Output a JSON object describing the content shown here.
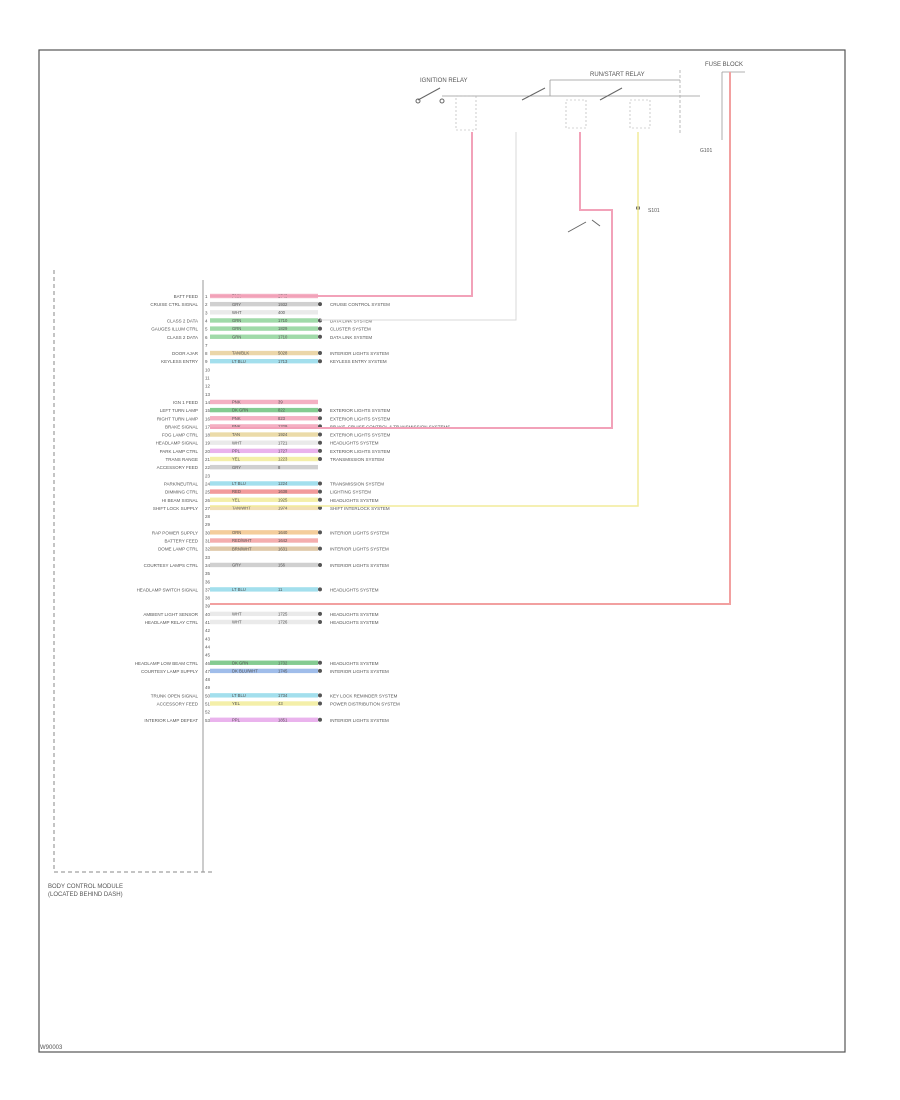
{
  "module": {
    "name_line1": "BODY CONTROL MODULE",
    "name_line2": "(LOCATED BEHIND DASH)"
  },
  "footer_code": "W90003",
  "relays": [
    {
      "label": "IGNITION RELAY"
    },
    {
      "label": "RUN/START RELAY"
    }
  ],
  "fuse_block": {
    "label": "FUSE BLOCK"
  },
  "splice_label": "S101",
  "ground_label": "G101",
  "pins": [
    {
      "circuit": "BATT FEED",
      "color": "PNK",
      "num": "1740",
      "dest": ""
    },
    {
      "circuit": "CRUISE CTRL SIGNAL",
      "color": "GRY",
      "num": "1932",
      "dest": "CRUISE CONTROL SYSTEM"
    },
    {
      "circuit": "",
      "color": "WHT",
      "num": "400",
      "dest": ""
    },
    {
      "circuit": "CLASS 2 DATA",
      "color": "GRN",
      "num": "1710",
      "dest": "DATA LINK SYSTEM"
    },
    {
      "circuit": "GAUGES ILLUM CTRL",
      "color": "GRN",
      "num": "1829",
      "dest": "CLUSTER SYSTEM"
    },
    {
      "circuit": "CLASS 2 DATA",
      "color": "GRN",
      "num": "1710",
      "dest": "DATA LINK SYSTEM"
    },
    {
      "circuit": "",
      "color": "",
      "num": "",
      "dest": ""
    },
    {
      "circuit": "DOOR AJAR",
      "color": "TAN/BLK",
      "num": "5028",
      "dest": "INTERIOR LIGHTS SYSTEM"
    },
    {
      "circuit": "KEYLESS ENTRY",
      "color": "LT BLU",
      "num": "1713",
      "dest": "KEYLESS ENTRY SYSTEM"
    },
    {
      "circuit": "",
      "color": "",
      "num": "",
      "dest": ""
    },
    {
      "circuit": "",
      "color": "",
      "num": "",
      "dest": ""
    },
    {
      "circuit": "",
      "color": "",
      "num": "",
      "dest": ""
    },
    {
      "circuit": "",
      "color": "",
      "num": "",
      "dest": ""
    },
    {
      "circuit": "IGN 1 FEED",
      "color": "PNK",
      "num": "39",
      "dest": ""
    },
    {
      "circuit": "LEFT TURN LAMP",
      "color": "DK GRN",
      "num": "822",
      "dest": "EXTERIOR LIGHTS SYSTEM"
    },
    {
      "circuit": "RIGHT TURN LAMP",
      "color": "PNK",
      "num": "823",
      "dest": "EXTERIOR LIGHTS SYSTEM"
    },
    {
      "circuit": "BRAKE SIGNAL",
      "color": "PNK",
      "num": "1329",
      "dest": "BRAKE, CRUISE CONTROL & TRANSMISSION SYSTEMS"
    },
    {
      "circuit": "FOG LAMP CTRL",
      "color": "TAN",
      "num": "1924",
      "dest": "EXTERIOR LIGHTS SYSTEM"
    },
    {
      "circuit": "HEADLAMP SIGNAL",
      "color": "WHT",
      "num": "1721",
      "dest": "HEADLIGHTS SYSTEM"
    },
    {
      "circuit": "PARK LAMP CTRL",
      "color": "PPL",
      "num": "1727",
      "dest": "EXTERIOR LIGHTS SYSTEM"
    },
    {
      "circuit": "TRANS RANGE",
      "color": "YEL",
      "num": "1223",
      "dest": "TRANSMISSION SYSTEM"
    },
    {
      "circuit": "ACCESSORY FEED",
      "color": "GRY",
      "num": "8",
      "dest": ""
    },
    {
      "circuit": "",
      "color": "",
      "num": "",
      "dest": ""
    },
    {
      "circuit": "PARK/NEUTRAL",
      "color": "LT BLU",
      "num": "1224",
      "dest": "TRANSMISSION SYSTEM"
    },
    {
      "circuit": "DIMMING CTRL",
      "color": "RED",
      "num": "1638",
      "dest": "LIGHTING SYSTEM"
    },
    {
      "circuit": "HI BEAM SIGNAL",
      "color": "YEL",
      "num": "1925",
      "dest": "HEADLIGHTS SYSTEM"
    },
    {
      "circuit": "SHIFT LOCK SUPPLY",
      "color": "TAN/WHT",
      "num": "1974",
      "dest": "SHIFT INTERLOCK SYSTEM"
    },
    {
      "circuit": "",
      "color": "",
      "num": "",
      "dest": ""
    },
    {
      "circuit": "",
      "color": "",
      "num": "",
      "dest": ""
    },
    {
      "circuit": "RAP POWER SUPPLY",
      "color": "ORN",
      "num": "1640",
      "dest": "INTERIOR LIGHTS SYSTEM"
    },
    {
      "circuit": "BATTERY FEED",
      "color": "RED/WHT",
      "num": "1642",
      "dest": ""
    },
    {
      "circuit": "DOME LAMP CTRL",
      "color": "BRN/WHT",
      "num": "1631",
      "dest": "INTERIOR LIGHTS SYSTEM"
    },
    {
      "circuit": "",
      "color": "",
      "num": "",
      "dest": ""
    },
    {
      "circuit": "COURTESY LAMPS CTRL",
      "color": "GRY",
      "num": "156",
      "dest": "INTERIOR LIGHTS SYSTEM"
    },
    {
      "circuit": "",
      "color": "",
      "num": "",
      "dest": ""
    },
    {
      "circuit": "",
      "color": "",
      "num": "",
      "dest": ""
    },
    {
      "circuit": "HEADLAMP SWITCH SIGNAL",
      "color": "LT BLU",
      "num": "11",
      "dest": "HEADLIGHTS SYSTEM"
    },
    {
      "circuit": "",
      "color": "",
      "num": "",
      "dest": ""
    },
    {
      "circuit": "",
      "color": "",
      "num": "",
      "dest": ""
    },
    {
      "circuit": "AMBIENT LIGHT SENSOR",
      "color": "WHT",
      "num": "1725",
      "dest": "HEADLIGHTS SYSTEM"
    },
    {
      "circuit": "HEADLAMP RELAY CTRL",
      "color": "WHT",
      "num": "1726",
      "dest": "HEADLIGHTS SYSTEM"
    },
    {
      "circuit": "",
      "color": "",
      "num": "",
      "dest": ""
    },
    {
      "circuit": "",
      "color": "",
      "num": "",
      "dest": ""
    },
    {
      "circuit": "",
      "color": "",
      "num": "",
      "dest": ""
    },
    {
      "circuit": "",
      "color": "",
      "num": "",
      "dest": ""
    },
    {
      "circuit": "HEADLAMP LOW BEAM CTRL",
      "color": "DK GRN",
      "num": "1732",
      "dest": "HEADLIGHTS SYSTEM"
    },
    {
      "circuit": "COURTESY LAMP SUPPLY",
      "color": "DK BLU/WHT",
      "num": "1745",
      "dest": "INTERIOR LIGHTS SYSTEM"
    },
    {
      "circuit": "",
      "color": "",
      "num": "",
      "dest": ""
    },
    {
      "circuit": "",
      "color": "",
      "num": "",
      "dest": ""
    },
    {
      "circuit": "TRUNK OPEN SIGNAL",
      "color": "LT BLU",
      "num": "1734",
      "dest": "KEY LOCK REMINDER SYSTEM"
    },
    {
      "circuit": "ACCESSORY FEED",
      "color": "YEL",
      "num": "43",
      "dest": "POWER DISTRIBUTION SYSTEM"
    },
    {
      "circuit": "",
      "color": "",
      "num": "",
      "dest": ""
    },
    {
      "circuit": "INTERIOR LAMP DEFEAT",
      "color": "PPL",
      "num": "1851",
      "dest": "INTERIOR LIGHTS SYSTEM"
    }
  ],
  "wire_colors": {
    "PNK": "#f2a2b9",
    "GRY": "#c8c8c8",
    "WHT": "#e6e6e6",
    "GRN": "#8fd49a",
    "DK GRN": "#6fc27e",
    "TAN/BLK": "#e8cf9a",
    "TAN": "#e8d59a",
    "TAN/WHT": "#efd9a8",
    "LT BLU": "#93d9ea",
    "PPL": "#e6a6ea",
    "YEL": "#f2ec9a",
    "RED": "#f08a8a",
    "ORN": "#f2c48a",
    "RED/WHT": "#f2a0a0",
    "BRN/WHT": "#d9bf9a",
    "DK BLU/WHT": "#8fb1e6"
  }
}
